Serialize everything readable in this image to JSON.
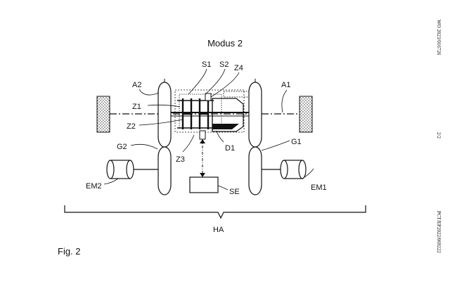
{
  "title": "Modus 2",
  "figure_caption": "Fig. 2",
  "labels": {
    "S1": "S1",
    "S2": "S2",
    "Z4": "Z4",
    "A2": "A2",
    "A1": "A1",
    "Z1": "Z1",
    "Z2": "Z2",
    "Z3": "Z3",
    "D1": "D1",
    "G1": "G1",
    "G2": "G2",
    "EM1": "EM1",
    "EM2": "EM2",
    "SE": "SE",
    "HA": "HA"
  },
  "margin": {
    "top_right": "WO 2023/016726",
    "page": "2/2",
    "bottom_right": "PCT/EP2022/069222"
  }
}
